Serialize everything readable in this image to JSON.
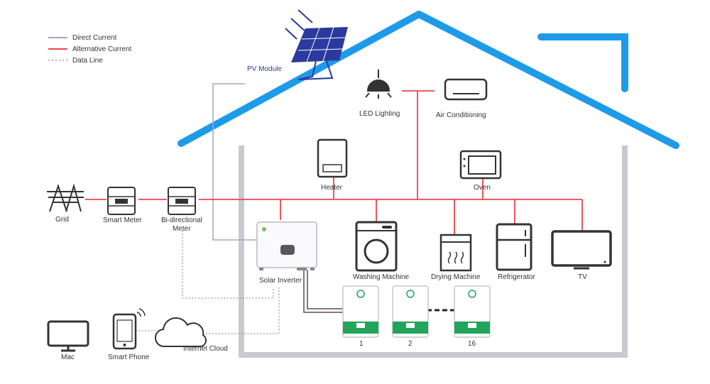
{
  "legend": [
    {
      "label": "Direct Current",
      "color": "#a9a6c4",
      "style": "solid"
    },
    {
      "label": "Alternative Current",
      "color": "#e8454c",
      "style": "solid"
    },
    {
      "label": "Data Line",
      "color": "#9a9aa8",
      "style": "dotted"
    }
  ],
  "colors": {
    "roof": "#1e9be8",
    "walls": "#c9c9d1",
    "ac": "#e8454c",
    "dc": "#a9a6c4",
    "battery_green": "#22a45a",
    "pv_panel": "#2b3a9e"
  },
  "nodes": {
    "pv_module": "PV Module",
    "led_lighting": "LED Lighting",
    "air_conditioning": "Air Conditioning",
    "heater": "Heater",
    "oven": "Oven",
    "grid": "Grid",
    "smart_meter": "Smart Meter",
    "bi_meter_line1": "Bi-directional",
    "bi_meter_line2": "Meter",
    "solar_inverter": "Solar Inverter",
    "washing_machine": "Washing Machine",
    "drying_machine": "Drying Machine",
    "refrigerator": "Refrigerator",
    "tv": "TV",
    "mac": "Mac",
    "smart_phone": "Smart Phone",
    "internet_cloud": "Internet Cloud"
  },
  "batteries": [
    "1",
    "2",
    "16"
  ]
}
